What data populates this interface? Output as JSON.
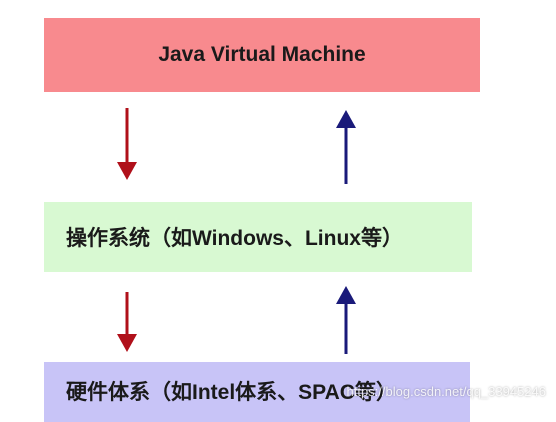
{
  "diagram": {
    "layers": {
      "jvm": {
        "label": "Java Virtual Machine",
        "color": "#f88a8e"
      },
      "os": {
        "label": "操作系统（如Windows、Linux等）",
        "color": "#d8f9d2"
      },
      "hardware": {
        "label": "硬件体系（如Intel体系、SPAC等）",
        "color": "#c8c4f7"
      }
    },
    "arrows": {
      "down_color": "#b0101a",
      "up_color": "#1a1a7a"
    }
  },
  "watermark": "https://blog.csdn.net/qq_33945246"
}
